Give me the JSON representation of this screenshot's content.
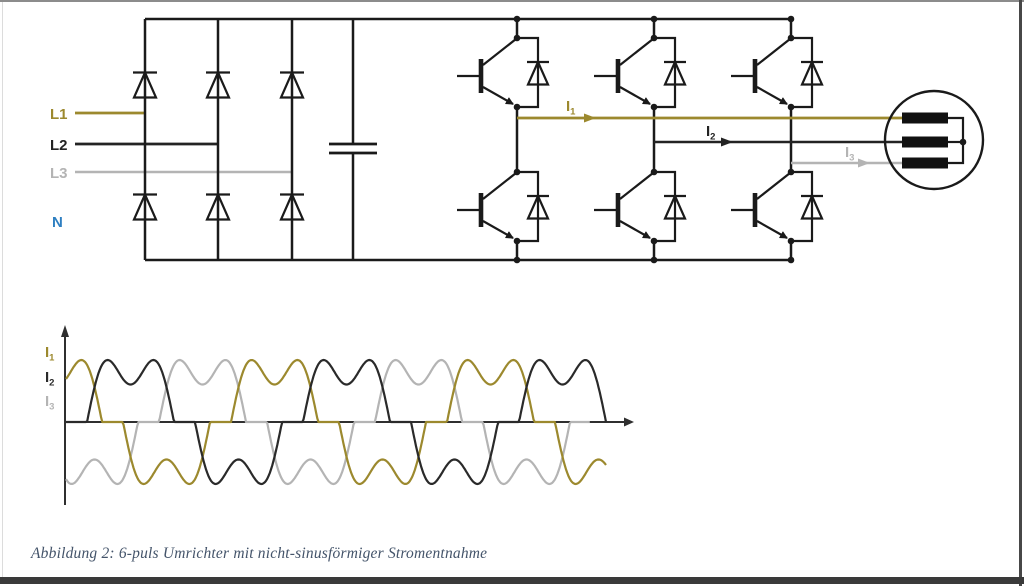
{
  "figure": {
    "caption": "Abbildung 2: 6-puls Umrichter mit nicht-sinusförmiger Stromentnahme"
  },
  "palette": {
    "phase1_olive": "#9c892e",
    "phase2_black": "#232323",
    "phase3_gray": "#b4b4b4",
    "neutral_blue": "#2e7fc1",
    "caption_color": "#44546a",
    "circuit_line": "#1a1a1a"
  },
  "circuit": {
    "input_labels": {
      "l1": "L1",
      "l2": "L2",
      "l3": "L3",
      "n": "N"
    },
    "output_currents": {
      "i1": {
        "base": "I",
        "sub": "1"
      },
      "i2": {
        "base": "I",
        "sub": "2"
      },
      "i3": {
        "base": "I",
        "sub": "3"
      }
    },
    "components": {
      "rectifier_diodes": 6,
      "inverter_switches": 6,
      "dc_link": "capacitor",
      "load": "3-phase motor windings"
    }
  },
  "chart_data": {
    "type": "line",
    "title": "",
    "xlabel": "",
    "ylabel": "",
    "x_axis_arrow": true,
    "y_axis_arrow": true,
    "legend": [
      {
        "base": "I",
        "sub": "1"
      },
      {
        "base": "I",
        "sub": "2"
      },
      {
        "base": "I",
        "sub": "3"
      }
    ],
    "series": [
      {
        "name": "I1",
        "color": "#9c892e",
        "phase_deg": 0
      },
      {
        "name": "I2",
        "color": "#2a2a2a",
        "phase_deg": 120
      },
      {
        "name": "I3",
        "color": "#b4b4b4",
        "phase_deg": 240
      }
    ],
    "waveform": {
      "description": "Non-sinusoidal line current of a 6-pulse converter: double-humped pulses of alternating polarity, three phases shifted by 120 degrees",
      "period_deg": 360,
      "pulse_width_deg": 145,
      "neg_pulse_offset_deg": 180,
      "dip_ratio": 0.6,
      "amplitude_norm": 1,
      "cycles_visible": 2.5
    }
  }
}
